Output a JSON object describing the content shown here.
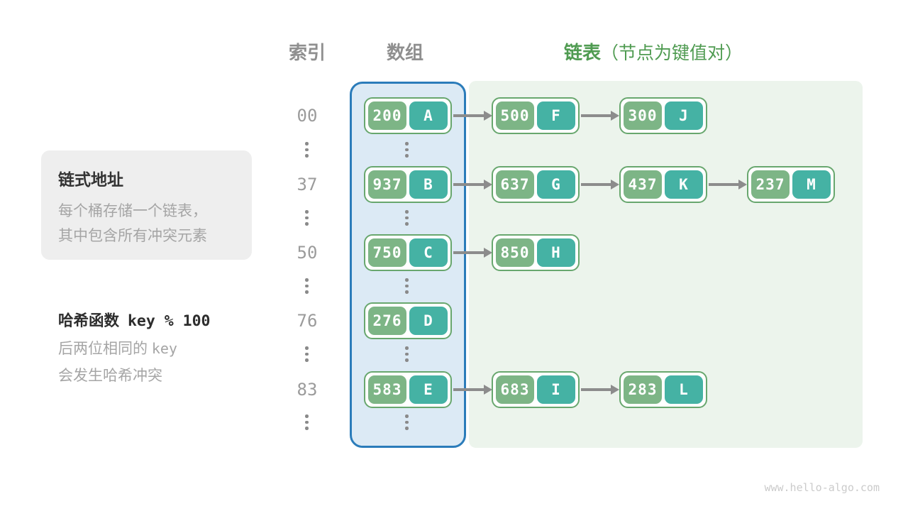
{
  "headers": {
    "index": "索引",
    "array": "数组",
    "list": "链表",
    "list_note": "（节点为键值对）"
  },
  "callout": {
    "title": "链式地址",
    "line1": "每个桶存储一个链表，",
    "line2": "其中包含所有冲突元素"
  },
  "hash_note": {
    "title": "哈希函数",
    "formula": "key % 100",
    "desc1_text": "后两位相同的",
    "desc1_code": "key",
    "desc2": "会发生哈希冲突"
  },
  "rows": [
    {
      "index": "00",
      "bucket": {
        "key": "200",
        "value": "A"
      },
      "chain": [
        {
          "key": "500",
          "value": "F"
        },
        {
          "key": "300",
          "value": "J"
        }
      ]
    },
    {
      "index": "37",
      "bucket": {
        "key": "937",
        "value": "B"
      },
      "chain": [
        {
          "key": "637",
          "value": "G"
        },
        {
          "key": "437",
          "value": "K"
        },
        {
          "key": "237",
          "value": "M"
        }
      ]
    },
    {
      "index": "50",
      "bucket": {
        "key": "750",
        "value": "C"
      },
      "chain": [
        {
          "key": "850",
          "value": "H"
        }
      ]
    },
    {
      "index": "76",
      "bucket": {
        "key": "276",
        "value": "D"
      },
      "chain": []
    },
    {
      "index": "83",
      "bucket": {
        "key": "583",
        "value": "E"
      },
      "chain": [
        {
          "key": "683",
          "value": "I"
        },
        {
          "key": "283",
          "value": "L"
        }
      ]
    }
  ],
  "watermark": "www.hello-algo.com",
  "colors": {
    "key_pill": "#7db586",
    "value_pill": "#45b2a4",
    "node_border": "#68a76e",
    "array_fill": "#dceaf5",
    "array_border": "#2b7cba",
    "list_fill": "#ecf4ec",
    "header_gray": "#8f8f8f",
    "header_green": "#4f9b51",
    "arrow": "#8c8c8c",
    "index_text": "#9b9b9b",
    "muted_text": "#a5a5a5",
    "dark_text": "#333333",
    "callout_bg": "#eeeeee",
    "watermark": "#cbcbcb"
  }
}
